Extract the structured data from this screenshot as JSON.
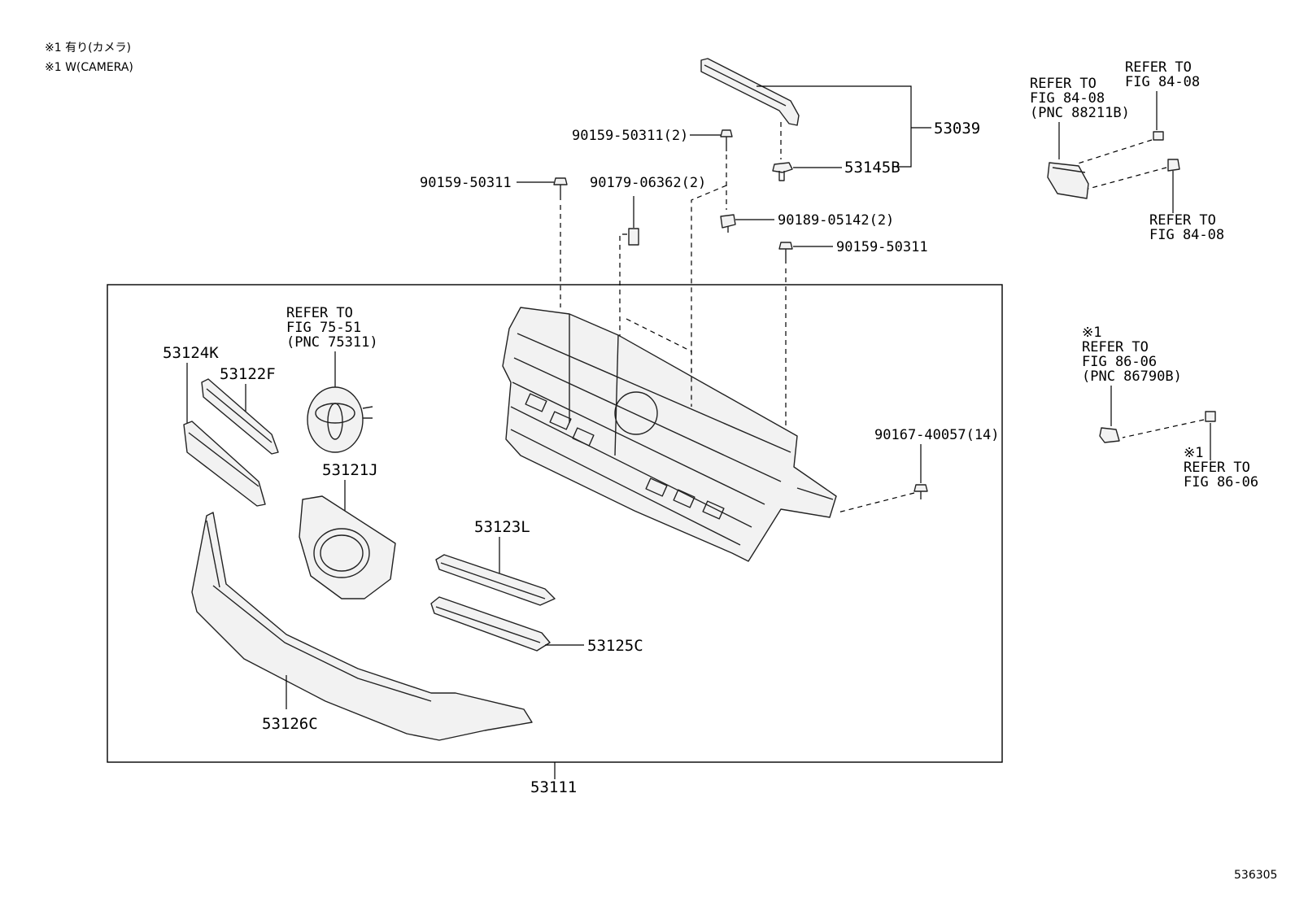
{
  "notes": {
    "line1": "※1 有り(カメラ)",
    "line2": "※1 W(CAMERA)"
  },
  "figure_id": "536305",
  "parts": {
    "p53039": "53039",
    "p53145B": "53145B",
    "p53111": "53111",
    "p53124K": "53124K",
    "p53122F": "53122F",
    "p53121J": "53121J",
    "p53123L": "53123L",
    "p53125C": "53125C",
    "p53126C": "53126C"
  },
  "fasteners": {
    "f90159_2": "90159-50311(2)",
    "f90159_a": "90159-50311",
    "f90179": "90179-06362(2)",
    "f90189": "90189-05142(2)",
    "f90159_b": "90159-50311",
    "f90167": "90167-40057(14)"
  },
  "references": {
    "emblem": [
      "REFER TO",
      "FIG 75-51",
      "(PNC 75311)"
    ],
    "sensor_left": [
      "REFER TO",
      "FIG 84-08",
      "(PNC 88211B)"
    ],
    "sensor_top": [
      "REFER TO",
      "FIG 84-08"
    ],
    "sensor_bottom": [
      "REFER TO",
      "FIG 84-08"
    ],
    "camera_top_mark": "※1",
    "camera_top": [
      "REFER TO",
      "FIG 86-06",
      "(PNC 86790B)"
    ],
    "camera_bottom_mark": "※1",
    "camera_bottom": [
      "REFER TO",
      "FIG 86-06"
    ]
  }
}
